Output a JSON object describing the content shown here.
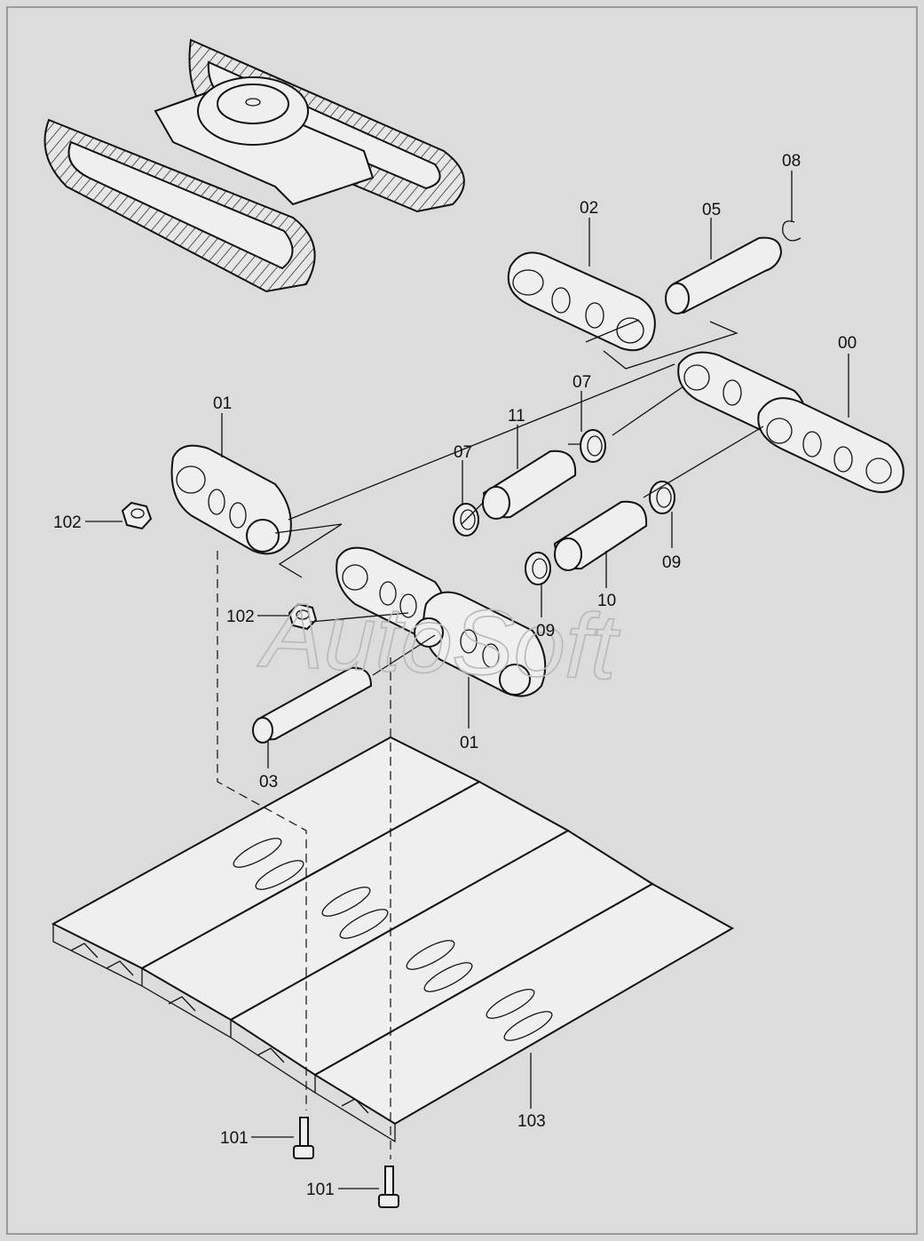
{
  "watermark": "AutoSoft",
  "labels": {
    "p00": "00",
    "p01_top": "01",
    "p01_bottom": "01",
    "p02": "02",
    "p03": "03",
    "p05": "05",
    "p07_left": "07",
    "p07_right": "07",
    "p08": "08",
    "p09_left": "09",
    "p09_right": "09",
    "p10": "10",
    "p11": "11",
    "p101_a": "101",
    "p101_b": "101",
    "p102_a": "102",
    "p102_b": "102",
    "p103": "103"
  }
}
